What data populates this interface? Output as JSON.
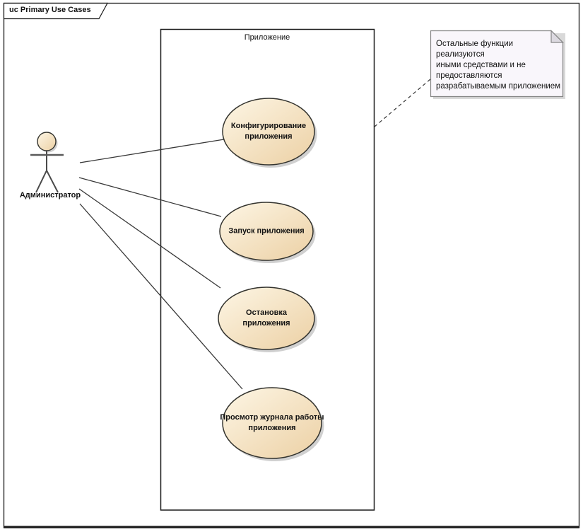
{
  "frame": {
    "title": "uc Primary Use Cases"
  },
  "boundary": {
    "label": "Приложение"
  },
  "actor": {
    "name": "Администратор"
  },
  "use_cases": [
    {
      "label": "Конфигурирование приложения"
    },
    {
      "label": "Запуск приложения"
    },
    {
      "label": "Остановка приложения"
    },
    {
      "label": "Просмотр журнала работы приложения"
    }
  ],
  "note": {
    "lines": [
      "Остальные функции реализуются",
      "иными средствами и не",
      "предоставляются",
      "разрабатываемым приложением"
    ]
  },
  "colors": {
    "usecase_fill_light": "#fdf6e5",
    "usecase_fill_dark": "#ecd0a4",
    "usecase_border": "#33332e",
    "shadow": "#bcbcbc",
    "note_fill": "#f9f6fb",
    "note_fold": "#dcd9e0",
    "note_border": "#868686",
    "boundary_border": "#1a1a1a",
    "frame_border": "#1a1a1a",
    "connector": "#383838",
    "text": "#111111"
  }
}
